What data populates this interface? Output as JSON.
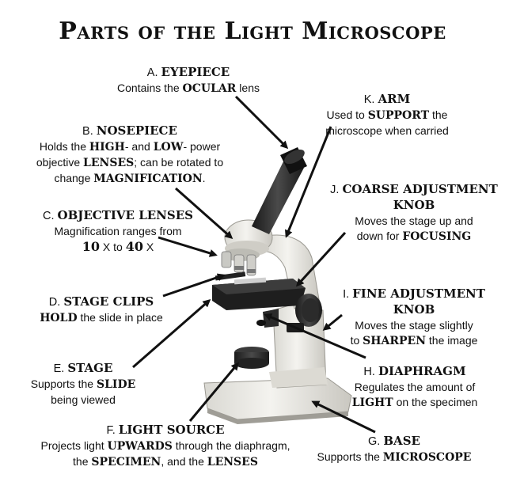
{
  "title": "Parts of the Light Microscope",
  "labels": {
    "eyepiece": {
      "letter": "A.",
      "name": "EYEPIECE",
      "d1": "Contains the ",
      "k1": "OCULAR",
      "d2": " lens"
    },
    "nosepiece": {
      "letter": "B.",
      "name": "NOSEPIECE",
      "l1a": "Holds the ",
      "l1b": "HIGH",
      "l1c": "- and ",
      "l1d": "LOW",
      "l1e": "- power",
      "l2a": "objective ",
      "l2b": "LENSES",
      "l2c": ";  can be rotated to",
      "l3a": "change ",
      "l3b": "MAGNIFICATION",
      "l3c": "."
    },
    "objective": {
      "letter": "C.",
      "name": "OBJECTIVE LENSES",
      "l1": "Magnification ranges from",
      "l2a": "10",
      "l2b": " X to ",
      "l2c": "40",
      "l2d": " X"
    },
    "stage_clips": {
      "letter": "D.",
      "name": "STAGE CLIPS",
      "l2a": "HOLD",
      "l2b": " the slide in place"
    },
    "stage": {
      "letter": "E.",
      "name": "STAGE",
      "l1a": "Supports the ",
      "l1b": "SLIDE",
      "l2": "being viewed"
    },
    "light_source": {
      "letter": "F.",
      "name": "LIGHT SOURCE",
      "l1a": "Projects light ",
      "l1b": "UPWARDS",
      "l1c": " through the diaphragm,",
      "l2a": "the ",
      "l2b": "SPECIMEN",
      "l2c": ", and the ",
      "l2d": "LENSES"
    },
    "base": {
      "letter": "G.",
      "name": "BASE",
      "l1a": "Supports the ",
      "l1b": "MICROSCOPE"
    },
    "diaphragm": {
      "letter": "H.",
      "name": "DIAPHRAGM",
      "l1": "Regulates the amount of",
      "l2a": "LIGHT",
      "l2b": " on the specimen"
    },
    "fine": {
      "letter": "I.",
      "name": "FINE ADJUSTMENT",
      "name2": "KNOB",
      "l1": "Moves the stage slightly",
      "l2a": "to ",
      "l2b": "SHARPEN",
      "l2c": " the image"
    },
    "coarse": {
      "letter": "J.",
      "name": "COARSE ADJUSTMENT",
      "name2": "KNOB",
      "l1": "Moves the stage up and",
      "l2a": "down for ",
      "l2b": "FOCUSING"
    },
    "arm": {
      "letter": "K.",
      "name": "ARM",
      "l1a": "Used to ",
      "l1b": "SUPPORT",
      "l1c": " the",
      "l2": "microscope when carried"
    }
  },
  "colors": {
    "ink": "#111111",
    "body": "#ecebe6",
    "shadow": "#b9b7b0",
    "dark": "#2a2a2a"
  }
}
